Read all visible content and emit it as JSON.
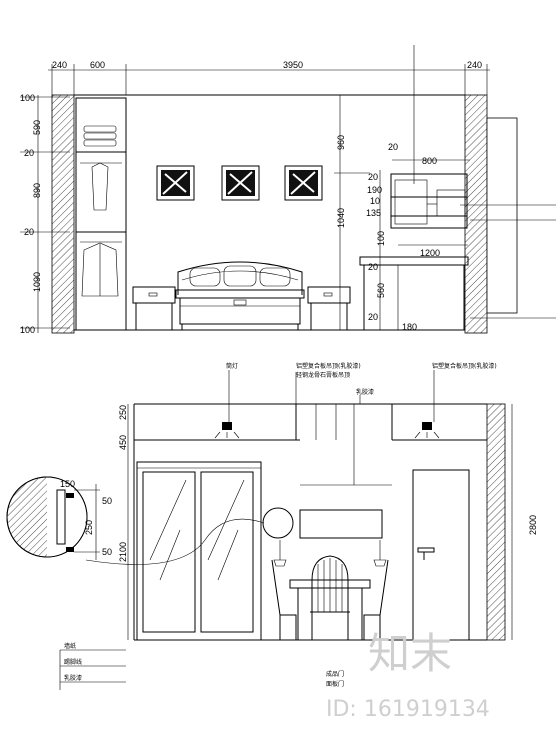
{
  "elevation_top": {
    "dims_top": [
      "240",
      "600",
      "3950",
      "240"
    ],
    "dims_left": [
      "100",
      "590",
      "20",
      "890",
      "20",
      "1090",
      "100"
    ],
    "dims_right_inner": [
      "960",
      "1040"
    ],
    "dims_right_cab": [
      "20",
      "800",
      "20",
      "190",
      "10",
      "135",
      "100",
      "1200",
      "20",
      "560",
      "20",
      "180"
    ]
  },
  "elevation_bottom": {
    "dims_left": [
      "250",
      "450",
      "2100"
    ],
    "dims_right": [
      "2800"
    ],
    "detail_dims": [
      "150",
      "50",
      "250",
      "50"
    ],
    "notes_top": [
      "筒灯",
      "铝塑复合板吊顶(乳胶漆)",
      "轻钢龙骨石膏板吊顶",
      "乳胶漆",
      "铝塑复合板吊顶(乳胶漆)"
    ],
    "notes_bottom": [
      "墙纸",
      "踢脚线",
      "乳胶漆",
      "成品门",
      "面板门"
    ]
  },
  "watermark": {
    "logo": "知末",
    "id_text": "ID: 161919134"
  }
}
